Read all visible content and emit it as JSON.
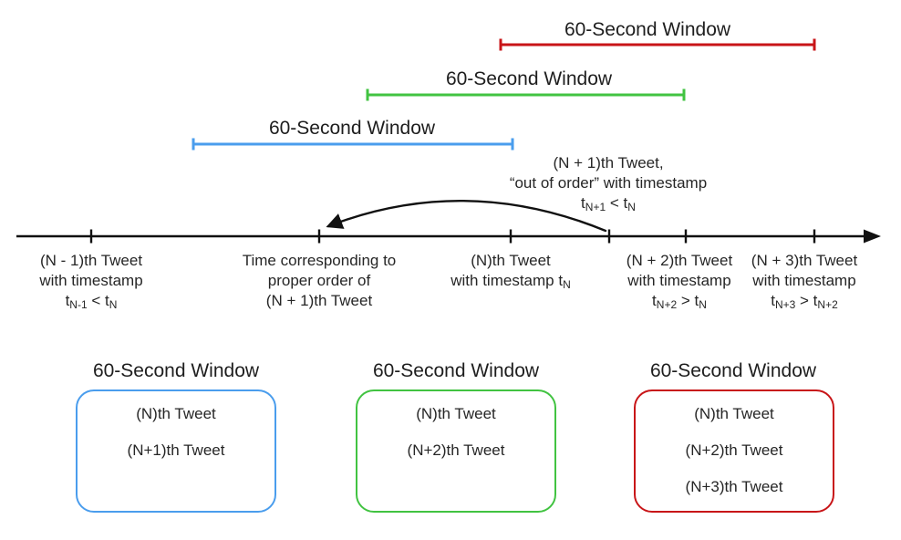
{
  "colors": {
    "window_red": "#c81518",
    "window_green": "#41c341",
    "window_blue": "#4a9ded",
    "axis_black": "#111111",
    "text": "#262626"
  },
  "top_windows": [
    {
      "name": "red",
      "label": "60-Second Window"
    },
    {
      "name": "green",
      "label": "60-Second Window"
    },
    {
      "name": "blue",
      "label": "60-Second Window"
    }
  ],
  "annotation": {
    "line1": "(N + 1)th Tweet,",
    "line2": "“out of order” with timestamp",
    "line3": {
      "b1": "t",
      "s1": "N+1",
      "b2": " < t",
      "s2": "N"
    }
  },
  "timeline_labels": [
    {
      "line1": "(N - 1)th Tweet",
      "line2": "with timestamp",
      "line3": {
        "b1": "t",
        "s1": "N-1",
        "b2": " < t",
        "s2": "N"
      }
    },
    {
      "line1": "Time corresponding to",
      "line2": "proper order of",
      "line3_plain": "(N + 1)th Tweet"
    },
    {
      "line1": "(N)th Tweet",
      "line2": {
        "b1": "with timestamp t",
        "s1": "N",
        "b2": "",
        "s2": ""
      }
    },
    {
      "line1": "(N + 2)th Tweet",
      "line2": "with timestamp",
      "line3": {
        "b1": "t",
        "s1": "N+2",
        "b2": " > t",
        "s2": "N"
      }
    },
    {
      "line1": "(N + 3)th Tweet",
      "line2": "with timestamp",
      "line3": {
        "b1": "t",
        "s1": "N+3",
        "b2": " > t",
        "s2": "N+2"
      }
    }
  ],
  "boxes": [
    {
      "title": "60-Second Window",
      "items": [
        "(N)th Tweet",
        "(N+1)th Tweet"
      ]
    },
    {
      "title": "60-Second Window",
      "items": [
        "(N)th Tweet",
        "(N+2)th Tweet"
      ]
    },
    {
      "title": "60-Second Window",
      "items": [
        "(N)th Tweet",
        "(N+2)th Tweet",
        "(N+3)th Tweet"
      ]
    }
  ]
}
